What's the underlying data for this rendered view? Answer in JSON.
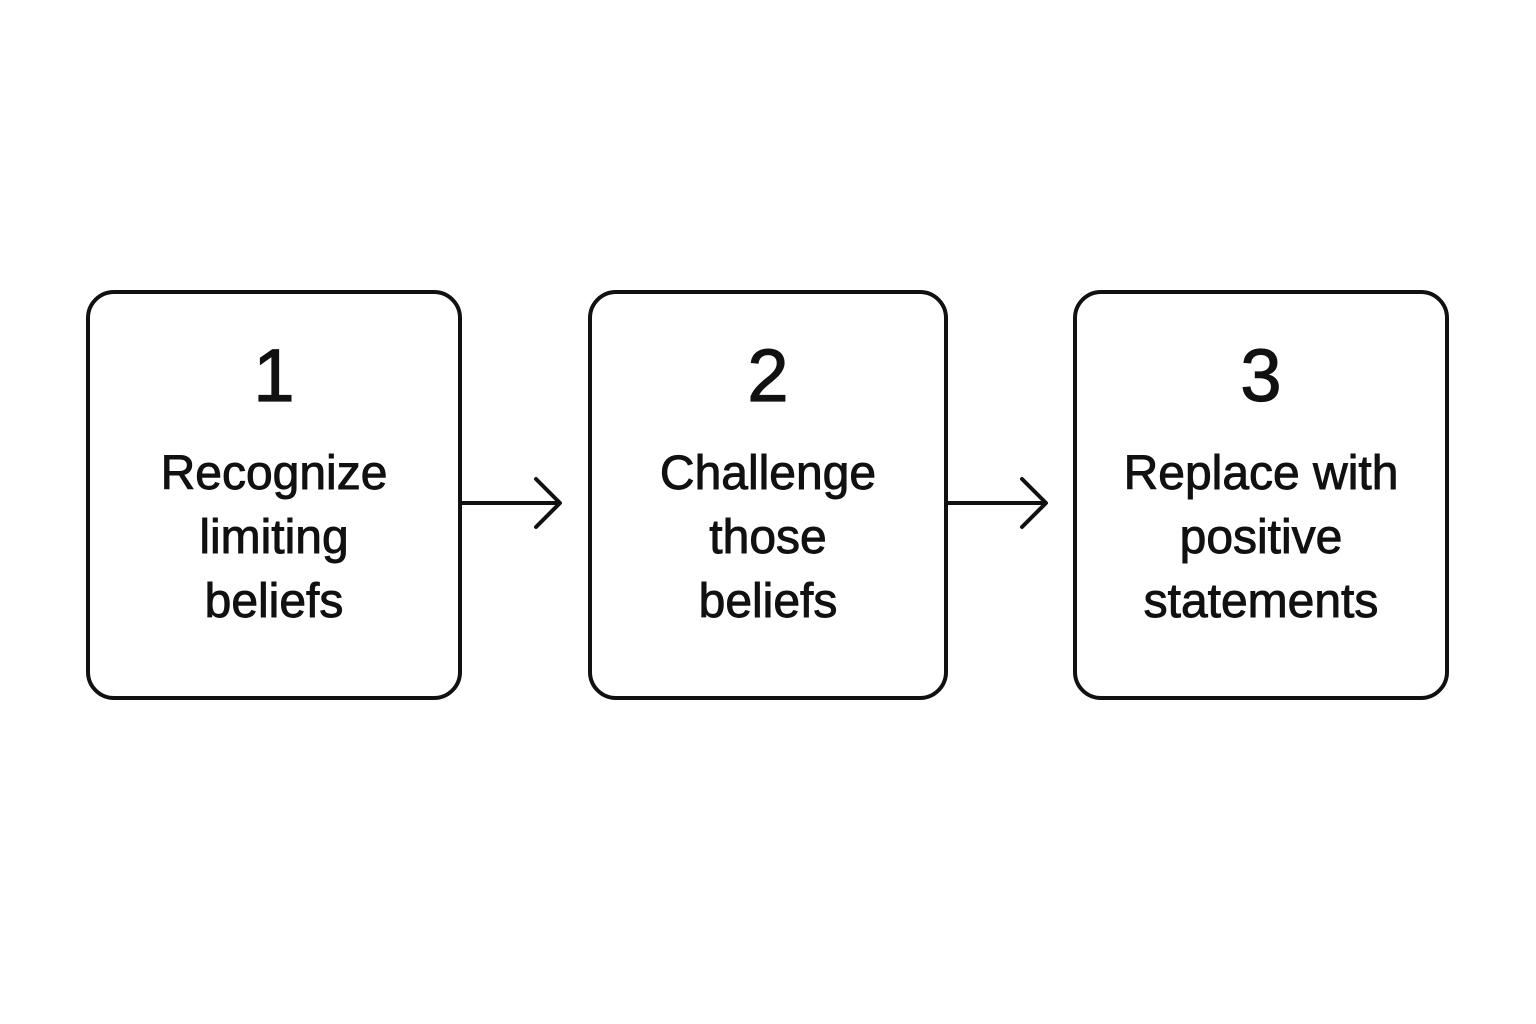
{
  "steps": [
    {
      "number": "1",
      "lines": [
        "Recognize",
        "limiting",
        "beliefs"
      ]
    },
    {
      "number": "2",
      "lines": [
        "Challenge",
        "those",
        "beliefs"
      ]
    },
    {
      "number": "3",
      "lines": [
        "Replace with",
        "positive",
        "statements"
      ]
    }
  ],
  "icons": {
    "connector": "arrow-right-icon"
  },
  "colors": {
    "stroke": "#111111",
    "background": "#ffffff"
  }
}
